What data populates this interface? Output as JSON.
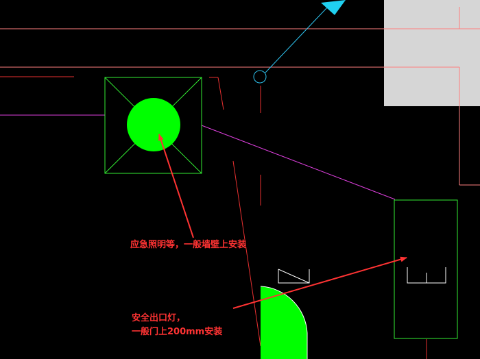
{
  "colors": {
    "background": "#000000",
    "wall_red": "#ff3b3b",
    "wall_pink": "#ff7f7f",
    "magenta": "#e040e0",
    "cyan": "#2ec4f0",
    "fixture_green": "#33ee33",
    "fill_green": "#00ff00",
    "annotation_red": "#ff3333",
    "gray_block": "#d6d6d6",
    "white": "#ffffff"
  },
  "annotations": {
    "emergency_light": "应急照明等，一般墙壁上安装",
    "exit_light_line1": "安全出口灯，",
    "exit_light_line2": "一般门上200mm安装"
  },
  "icons": {
    "emergency_light": "emergency-light-fixture-icon",
    "exit_light": "exit-sign-fixture-icon",
    "door_swing": "door-swing-icon",
    "cyan_marker": "cyan-triangle-marker-icon"
  }
}
